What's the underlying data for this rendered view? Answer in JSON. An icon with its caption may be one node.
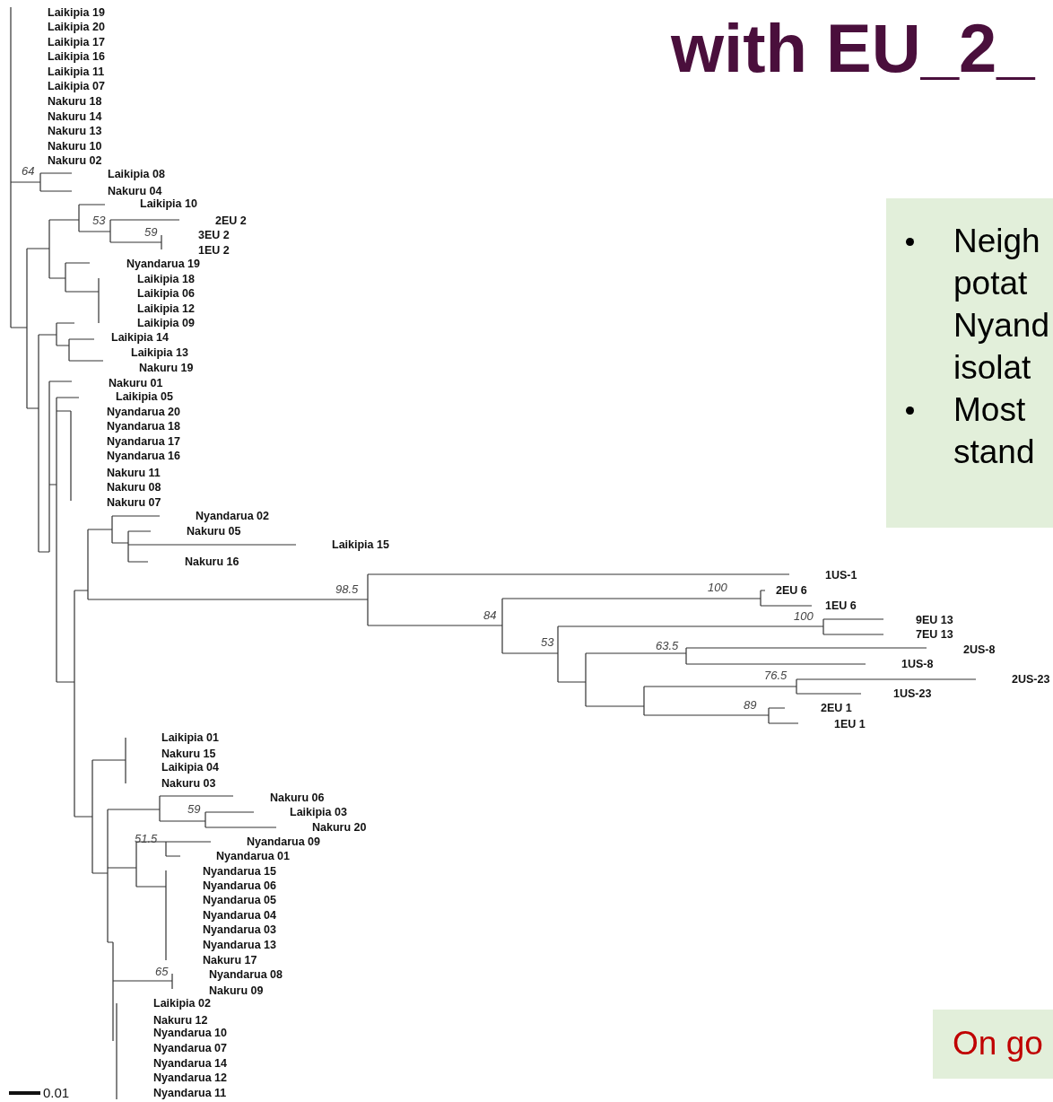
{
  "diagram": {
    "title": "with EU_2_",
    "nodes": [
      {
        "text": [
          "Neigh potat Nyand isolat",
          "Most stand"
        ]
      },
      {
        "text": [
          "On go"
        ]
      }
    ],
    "labels": [
      "Laikipia 19",
      "Laikipia 20",
      "Laikipia 17",
      "Laikipia 16",
      "Laikipia 11",
      "Laikipia 07",
      "Nakuru 18",
      "Nakuru 14",
      "Nakuru 13",
      "Nakuru 10",
      "Nakuru 02",
      "64",
      "Laikipia 08",
      "Nakuru 04",
      "Laikipia 10",
      "53",
      "2EU 2",
      "59",
      "3EU 2",
      "1EU 2",
      "Nyandarua 19",
      "Laikipia 18",
      "Laikipia 06",
      "Laikipia 12",
      "Laikipia 09",
      "Laikipia 14",
      "Laikipia 13",
      "Nakuru 19",
      "Nakuru 01",
      "Laikipia 05",
      "Nyandarua 20",
      "Nyandarua 18",
      "Nyandarua 17",
      "Nyandarua 16",
      "Nakuru 11",
      "Nakuru 08",
      "Nakuru 07",
      "Nyandarua 02",
      "Nakuru 05",
      "Laikipia 15",
      "Nakuru 16",
      "1US-1",
      "100",
      "98.5",
      "2EU 6",
      "1EU 6",
      "84",
      "100",
      "9EU 13",
      "7EU 13",
      "53",
      "63.5",
      "2US-8",
      "1US-8",
      "76.5",
      "2US-23",
      "1US-23",
      "89",
      "2EU 1",
      "1EU 1",
      "Laikipia 01",
      "Nakuru 15",
      "Laikipia 04",
      "Nakuru 03",
      "Nakuru 06",
      "59",
      "Laikipia 03",
      "Nakuru 20",
      "51.5",
      "Nyandarua 09",
      "Nyandarua 01",
      "Nyandarua 15",
      "Nyandarua 06",
      "Nyandarua 05",
      "Nyandarua 04",
      "Nyandarua 03",
      "Nyandarua 13",
      "Nakuru 17",
      "65",
      "Nyandarua 08",
      "Nakuru 09",
      "Laikipia 02",
      "Nakuru 12",
      "Nyandarua 10",
      "Nyandarua 07",
      "Nyandarua 14",
      "Nyandarua 12",
      "Nyandarua 11",
      "0.01"
    ]
  }
}
